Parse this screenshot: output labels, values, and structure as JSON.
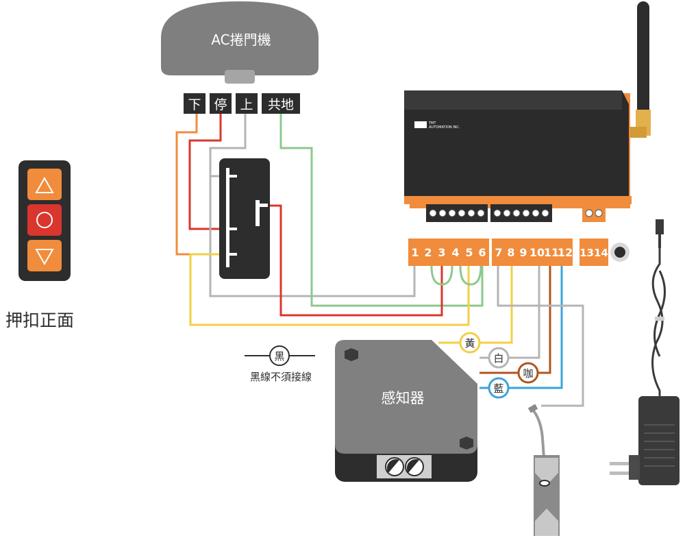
{
  "motor": {
    "title": "AC捲門機"
  },
  "terminals": [
    "下",
    "停",
    "上",
    "共地"
  ],
  "remote": {
    "caption": "押扣正面",
    "up_icon": "triangle-up-icon",
    "stop_icon": "circle-icon",
    "down_icon": "triangle-down-icon"
  },
  "controller": {
    "brand_line1": "TMT",
    "brand_line2": "AUTOMATION INC.",
    "terminal_numbers": [
      "1",
      "2",
      "3",
      "4",
      "5",
      "6",
      "7",
      "8",
      "9",
      "10",
      "11",
      "12"
    ],
    "extra_terminals": "1314"
  },
  "sensor": {
    "title": "感知器"
  },
  "wire_tags": {
    "yellow": "黃",
    "white": "白",
    "brown": "咖",
    "blue": "藍",
    "black": "黑"
  },
  "black_note": "黑線不須接線",
  "colors": {
    "orange": "#F08C3C",
    "red": "#D9362E",
    "grey_wire": "#B4B4B4",
    "green": "#8CC98C",
    "yellow": "#F2CF45",
    "brown": "#B0541E",
    "blue": "#3BA3DB",
    "dark": "#2D2D2D"
  }
}
